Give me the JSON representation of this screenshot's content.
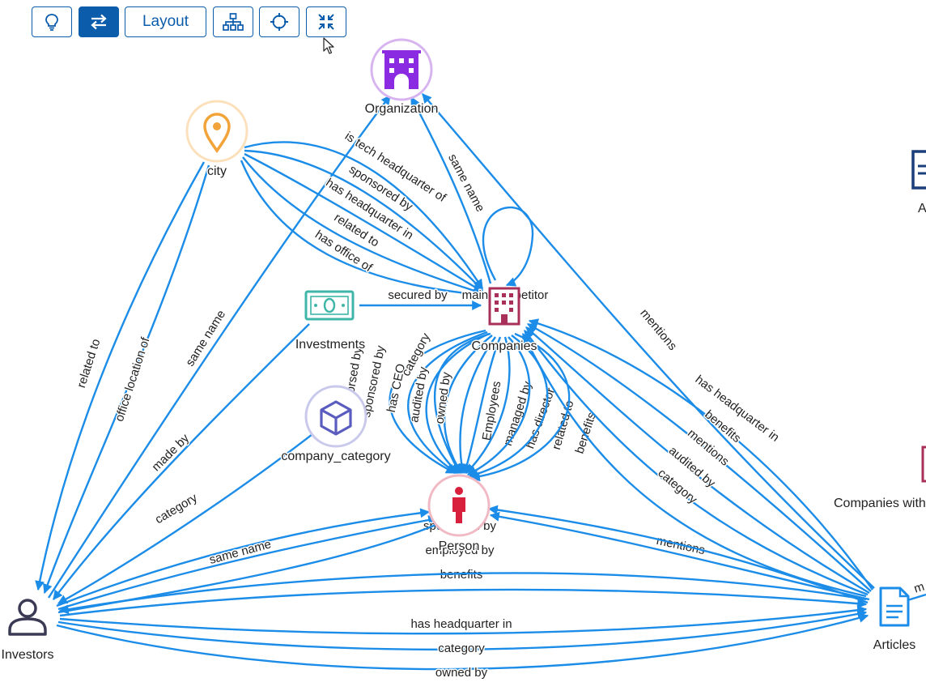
{
  "toolbar": {
    "layout_label": "Layout"
  },
  "colors": {
    "edge": "#1b8ce8",
    "toolbar_accent": "#0b5cab",
    "organization": "#8a2be2",
    "city": "#f2a33a",
    "investments": "#3fb6a8",
    "companies": "#a8305a",
    "company_category": "#5a5cbf",
    "person": "#d8203d",
    "investors": "#3a3a55",
    "articles": "#1b8ce8"
  },
  "nodes": {
    "organization": "Organization",
    "city": "city",
    "investments": "Investments",
    "companies": "Companies",
    "company_category": "company_category",
    "person": "Person",
    "investors": "Investors",
    "articles": "Articles",
    "offscreen_a": "A",
    "offscreen_companies_with": "Companies with"
  },
  "edges": {
    "city_investors_related_to": "related to",
    "city_investors_office_location_of": "office location of",
    "investors_organization_same_name": "same name",
    "investments_investors_made_by": "made by",
    "company_category_investors_category": "category",
    "city_companies_is_tech_headquarter_of": "is tech headquarter of",
    "city_companies_sponsored_by": "sponsored by",
    "city_companies_has_headquarter_in": "has headquarter in",
    "city_companies_related_to": "related to",
    "city_companies_has_office_of": "has office of",
    "companies_organization_same_name": "same name",
    "investments_companies_secured_by": "secured by",
    "companies_main_competitor": "main competitor",
    "articles_organization_mentions": "mentions",
    "companies_person_endorsed_by": "endorsed by",
    "companies_person_sponsored_by": "sponsored by",
    "companies_person_has_ceo": "has CEO",
    "companies_person_category": "category",
    "companies_person_audited_by": "audited by",
    "companies_person_owned_by": "owned by",
    "companies_person_employees": "Employees",
    "companies_person_managed_by": "managed by",
    "companies_person_has_director": "has director",
    "companies_person_related_to": "related to",
    "companies_person_benefits": "benefits",
    "articles_companies_has_headquarter_in": "has headquarter in",
    "articles_companies_benefits": "benefits",
    "articles_companies_mentions": "mentions",
    "articles_companies_audited_by": "audited by",
    "articles_companies_category": "category",
    "investors_person_same_name": "same name",
    "investors_person_sponsored_by": "sponsored by",
    "investors_person_employed_by": "employed by",
    "articles_person_mentions": "mentions",
    "investors_articles_benefits": "benefits",
    "investors_articles_has_headquarter_in": "has headquarter in",
    "investors_articles_category": "category",
    "investors_articles_owned_by": "owned by",
    "articles_offscreen_m": "m"
  }
}
